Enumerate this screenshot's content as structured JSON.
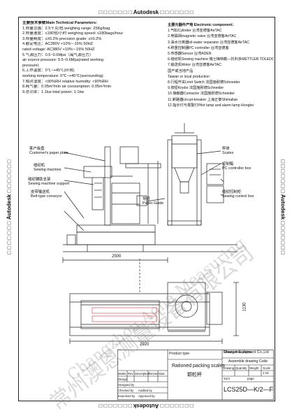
{
  "watermark_text": "Autodesk",
  "watermark_marks": "□ □ □ □ □ □ □",
  "params": {
    "heading": "主要技术参数Main Technical Parameters:",
    "lines": [
      "1.称量范围：2.5千克/包     weighing range: 25Kg/bag",
      "2.称量速度：≤180包/小时  weighing speed: ≤180bags/hour",
      "3.称量精度：≤±0.2%          precision grade: ≤±0.2%",
      "4.额定电压：AC380V  +10%~-15%  50HZ",
      "   rated voltage: AC380V  +10%~-15%  50HZ",
      "5.气源压力：0.5~0.6Mpa（需气源压力）",
      "   air source pressure: 0.5~0.6Mpa(rated working",
      "   pressure)",
      "6.工作温度：0℃~+45℃(环境)",
      "   working temperature: 0℃~+45℃(surrounding)",
      "7.相对湿度：<90%RH       relative humidity: <90%RH",
      "8.耗气量：0.05m³/min    air consumption: 0.05m³/min",
      "9.总功率：1.1kw            total power: 1.1kw"
    ]
  },
  "components": {
    "heading": "主要元器件产地 Electronic component：",
    "lines": [
      "1.气缸Cylinder                  台湾亚德客AirTAC",
      "2.电磁阀magnetic valve       台湾亚德客AirTAC",
      "3.油水分离器oil-water separator 台湾亚德客AirTAC",
      "4.称重控制器PC controller   台湾亚德客",
      "5.传感器Sensor                 台湾ADEN",
      "6.缝纫机Sewing machine    瑞士梅特勒—托利多METTLER TOLEDO",
      "7.输送机Motor                   台湾亚德客AirTAC",
      "                                        国产或当地产品",
      "                                        Taiwan or local production",
      "8.行程开关Limit Switch           法国施耐德Schneider",
      "9.按钮Knobs                         法国施耐德Schneider",
      "10.接触器Contactor               法国施耐德Schneider",
      "11.断路器circuit-breaker        上海正泰Shimallan",
      "12.指示灯与报警灯Pilot lamp and alarm lamp  Hongbo"
    ]
  },
  "labels": {
    "customers_plate": "客户板盘",
    "customers_plate_en": "Customer's paper plate",
    "sewing_machine_cn": "缝纫机",
    "sewing_machine_en": "Sewing machine",
    "bracket_cn": "缝纫辅助支架",
    "bracket_en": "Sewing machine support",
    "conveyor_cn": "皮带输送机",
    "conveyor_en": "Belt-type conveyor",
    "guide_cn": "导纸",
    "guide_en": "Paper Guide",
    "frame_cn": "秤体",
    "frame_en": "Scales",
    "controller_cn": "控制箱",
    "controller_en": "PC controller box",
    "sewing_ctrl_cn": "缝纫控制柜",
    "sewing_ctrl_en": "Sewing control box",
    "dim_front": "2500",
    "dim_top_w": "2920",
    "dim_top_h": "1130"
  },
  "title_block": {
    "company_cn": "Changzhou Aona",
    "company_en": "Measure Equipment Co.,Ltd",
    "drawing_type": "Assemble drawing Code",
    "product_type_label": "Product type",
    "product_name_en": "Rationed packing scales",
    "product_name_cn": "颗粒秤",
    "h_marks": "Marks",
    "h_rev": "Rev.",
    "h_desc": "Description",
    "h_revise": "Revise",
    "h_date": "Date",
    "h_drawing": "Drawing",
    "h_quantity": "Quantity",
    "h_weight": "Weight",
    "h_scale": "Scale",
    "scale_value": "1:18",
    "sheet": "Sum",
    "pages": "page",
    "model": "LCS25D—K/2—F",
    "side_rows": [
      "Design",
      "Designed by",
      "Checked by",
      "Examined by",
      "Audited by",
      "Approved by"
    ]
  },
  "watermarks": {
    "cn": "常州澳恩测量设备有限公司",
    "en": "Changzhou Aona Measuring"
  }
}
